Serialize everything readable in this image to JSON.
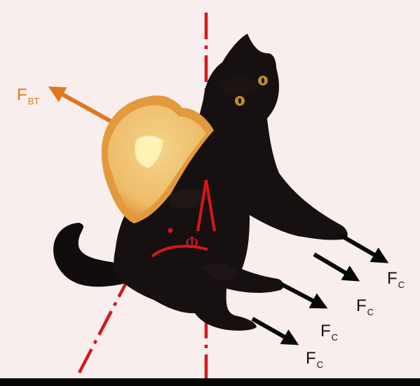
{
  "labels": {
    "buttered_toast_force": {
      "main": "F",
      "sub": "BT"
    },
    "cat_force_1": {
      "main": "F",
      "sub": "C"
    },
    "cat_force_2": {
      "main": "F",
      "sub": "C"
    },
    "cat_force_3": {
      "main": "F",
      "sub": "C"
    },
    "cat_force_4": {
      "main": "F",
      "sub": "C"
    },
    "angle": "Φ"
  },
  "colors": {
    "background": "#f8eeee",
    "reference_lines": "#d8151b",
    "toast_force_arrow": "#e2761f",
    "cat_force_arrows": "#080808",
    "cat": "#161010",
    "toast_crust": "#e39a3d",
    "toast_bread": "#f0c979",
    "butter": "#fff2b5"
  },
  "icons": {
    "subject": "black-cat-with-buttered-toast",
    "toast": "buttered-toast-icon",
    "force_arrows": "force-arrow-icon"
  }
}
